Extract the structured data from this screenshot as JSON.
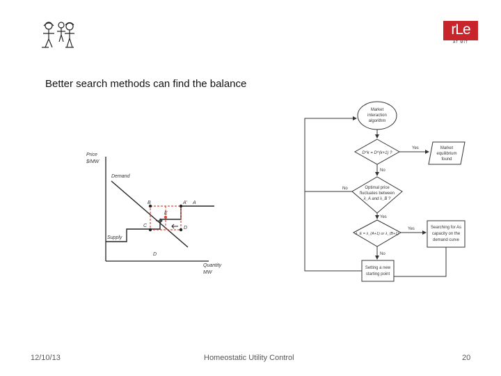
{
  "slide": {
    "heading": "Better search methods can find the balance"
  },
  "logo": {
    "brand_text": "rLe",
    "sub_text": "AT MIT"
  },
  "figure_left": {
    "y_label_1": "Price",
    "y_label_2": "$/MW",
    "x_label_1": "Quantity",
    "x_label_2": "MW",
    "demand_label": "Demand",
    "supply_label": "Supply",
    "point_b": "B",
    "point_a_prime": "A'",
    "point_a": "A",
    "point_e": "E",
    "point_c": "C",
    "point_d": "D",
    "origin_d": "D"
  },
  "figure_right": {
    "node_start_1": "Market",
    "node_start_2": "interaction",
    "node_start_3": "algorithm",
    "decision_1": "D^k = D^(k+1) ?",
    "yes_1": "Yes",
    "no_1": "No",
    "equilibrium_1": "Market",
    "equilibrium_2": "equilibrium",
    "equilibrium_3": "found",
    "decision_2_1": "Optimal price",
    "decision_2_2": "fluctuates between",
    "decision_2_3": "λ_A and λ_B ?",
    "no_2": "No",
    "yes_2": "Yes",
    "decision_3": "λ_E = λ_(A+1) or λ_(B+1)",
    "yes_3": "Yes",
    "search_1": "Searching for As",
    "search_2": "capacity on the",
    "search_3": "demand curve",
    "no_3": "No",
    "reset_1": "Setting a new",
    "reset_2": "starting point"
  },
  "footer": {
    "date": "12/10/13",
    "center": "Homeostatic Utility Control",
    "page": "20"
  },
  "colors": {
    "brand_red": "#c8242b",
    "dashed_red": "#d9473f"
  }
}
